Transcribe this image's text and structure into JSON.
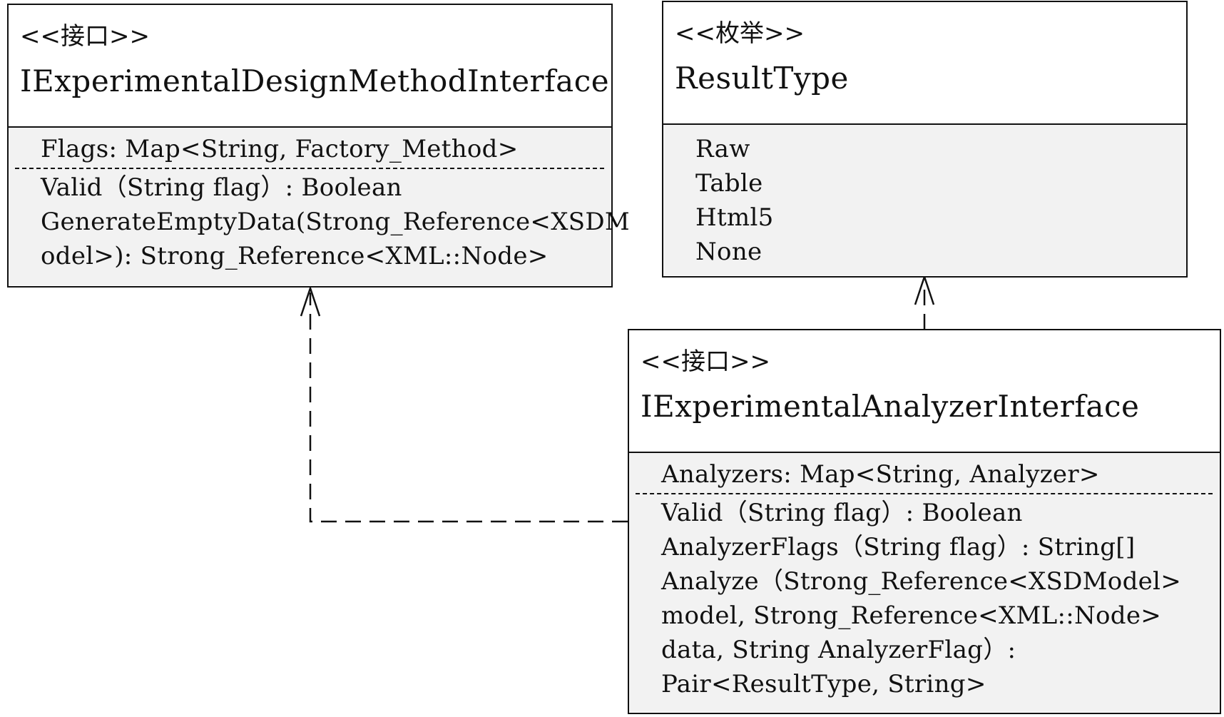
{
  "design_interface": {
    "stereotype": "<<接口>>",
    "name": "IExperimentalDesignMethodInterface",
    "attributes": [
      "Flags: Map<String, Factory_Method>"
    ],
    "methods": [
      "Valid（String flag）: Boolean",
      "GenerateEmptyData(Strong_Reference<XSDM",
      "odel>): Strong_Reference<XML::Node>"
    ]
  },
  "result_type": {
    "stereotype": "<<枚举>>",
    "name": "ResultType",
    "values": [
      "Raw",
      "Table",
      "Html5",
      "None"
    ]
  },
  "analyzer_interface": {
    "stereotype": "<<接口>>",
    "name": "IExperimentalAnalyzerInterface",
    "attributes": [
      "Analyzers: Map<String, Analyzer>"
    ],
    "methods": [
      "Valid（String flag）: Boolean",
      "AnalyzerFlags（String flag）: String[]",
      "Analyze（Strong_Reference<XSDModel>",
      "model, Strong_Reference<XML::Node>",
      "data, String AnalyzerFlag）:",
      "Pair<ResultType, String>"
    ]
  }
}
